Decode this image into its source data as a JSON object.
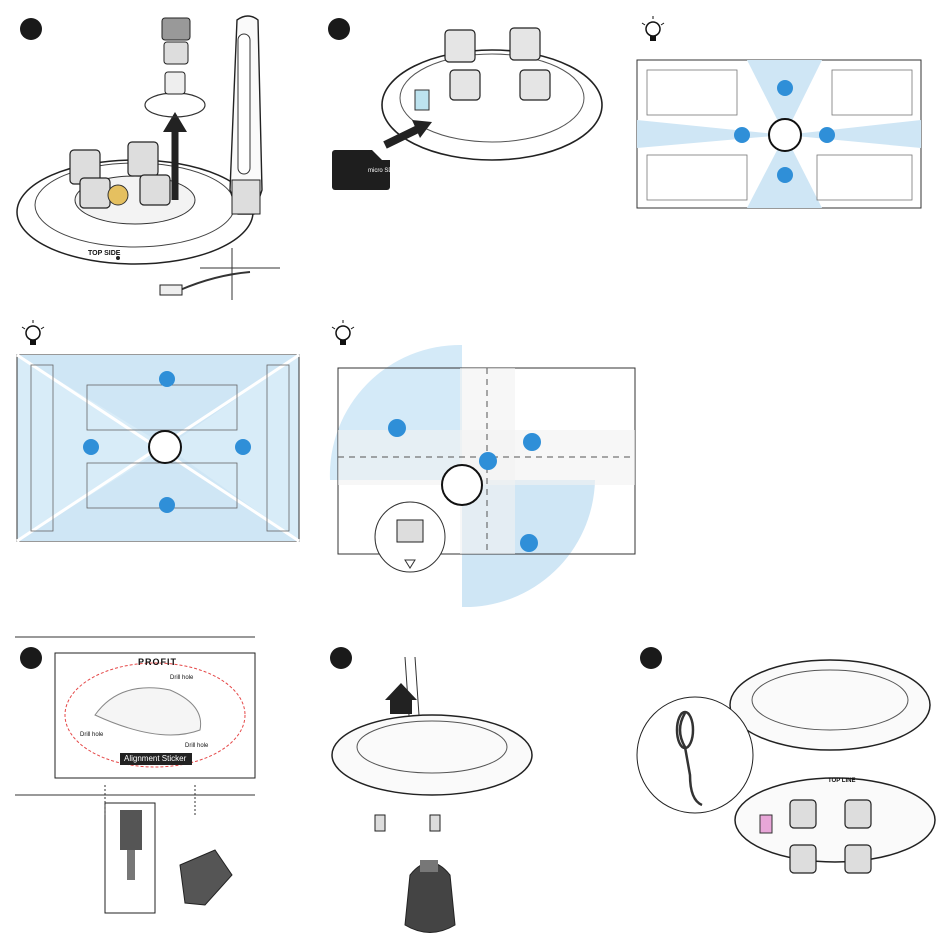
{
  "panels": [
    {
      "id": "step-1",
      "kind": "step"
    },
    {
      "id": "step-2",
      "kind": "step"
    },
    {
      "id": "tip-office",
      "kind": "tip"
    },
    {
      "id": "tip-parking",
      "kind": "tip"
    },
    {
      "id": "tip-intersection",
      "kind": "tip"
    },
    {
      "id": "step-3",
      "kind": "step"
    },
    {
      "id": "step-4",
      "kind": "step"
    },
    {
      "id": "step-5",
      "kind": "step"
    }
  ],
  "sticker": {
    "brand": "PROFIT",
    "drill_hole_top": "Drill hole",
    "drill_hole_left": "Drill hole",
    "drill_hole_right": "Drill hole",
    "alignment_label": "Alignment Sticker"
  },
  "device_marks": {
    "base_label_step1": "TOP SIDE",
    "base_label_step5": "TOP LINE"
  },
  "sdcard": {
    "label": "micro SD HC"
  },
  "colors": {
    "coverage_blue": "#7fc0ea",
    "marker_blue": "#2f8fd8",
    "badge": "#1a1a1a"
  }
}
